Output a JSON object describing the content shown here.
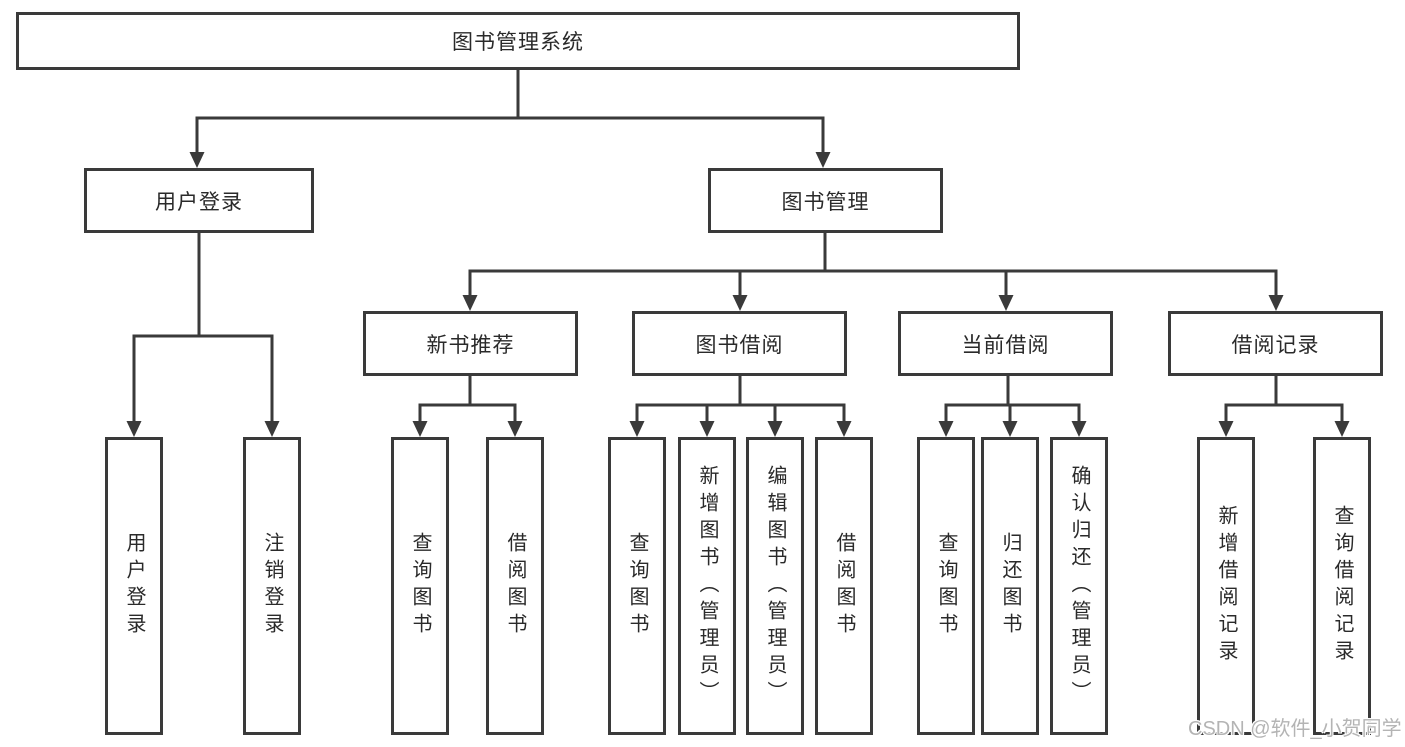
{
  "tree": {
    "root": {
      "label": "图书管理系统"
    },
    "branches": [
      {
        "label": "用户登录",
        "children": [
          {
            "label": "用户登录"
          },
          {
            "label": "注销登录"
          }
        ]
      },
      {
        "label": "图书管理",
        "children": [
          {
            "label": "新书推荐",
            "children": [
              {
                "label": "查询图书"
              },
              {
                "label": "借阅图书"
              }
            ]
          },
          {
            "label": "图书借阅",
            "children": [
              {
                "label": "查询图书"
              },
              {
                "label": "新增图书（管理员）"
              },
              {
                "label": "编辑图书（管理员）"
              },
              {
                "label": "借阅图书"
              }
            ]
          },
          {
            "label": "当前借阅",
            "children": [
              {
                "label": "查询图书"
              },
              {
                "label": "归还图书"
              },
              {
                "label": "确认归还（管理员）"
              }
            ]
          },
          {
            "label": "借阅记录",
            "children": [
              {
                "label": "新增借阅记录"
              },
              {
                "label": "查询借阅记录"
              }
            ]
          }
        ]
      }
    ]
  },
  "watermark": {
    "text": "CSDN @软件_小贺同学"
  },
  "colors": {
    "line": "#3a3a3a",
    "node_border": "#3a3a3a",
    "node_text": "#2a2a2a",
    "background": "#ffffff",
    "watermark_text": "#b4b4b4"
  }
}
